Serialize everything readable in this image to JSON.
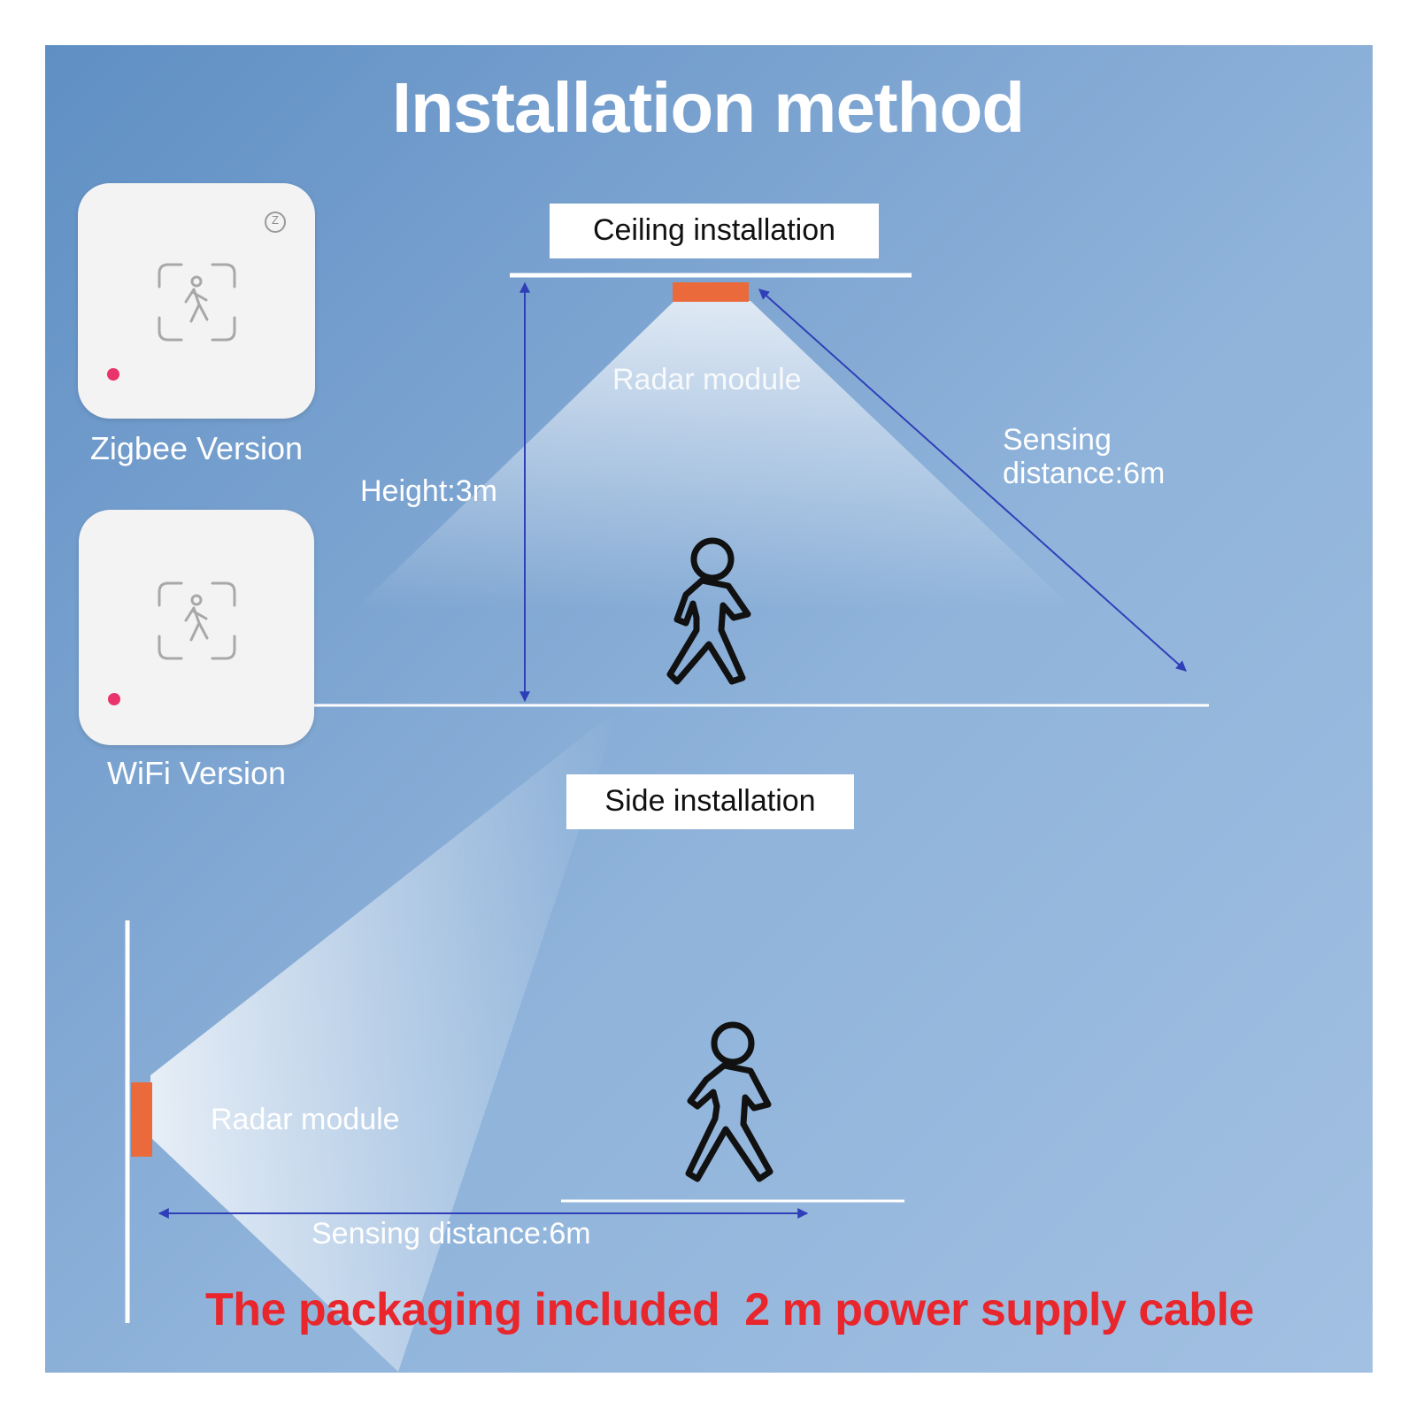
{
  "title": "Installation method",
  "devices": {
    "zigbee": {
      "label": "Zigbee Version",
      "logo": "Z"
    },
    "wifi": {
      "label": "WiFi Version"
    }
  },
  "ceiling": {
    "heading": "Ceiling installation",
    "radar_label": "Radar module",
    "height_label": "Height:3m",
    "distance_label_line1": "Sensing",
    "distance_label_line2": "distance:6m"
  },
  "side": {
    "heading": "Side installation",
    "radar_label": "Radar module",
    "distance_label": "Sensing distance:6m"
  },
  "note": "The packaging included  2 m power supply cable",
  "colors": {
    "background": "#7fa6d2",
    "radar_module": "#ea6a3c",
    "arrow": "#2f3fb8",
    "note": "#e8262c",
    "indicator_led": "#e8336b"
  },
  "icons": [
    "motion-sensor-icon",
    "walking-person-icon",
    "arrow-icon"
  ]
}
